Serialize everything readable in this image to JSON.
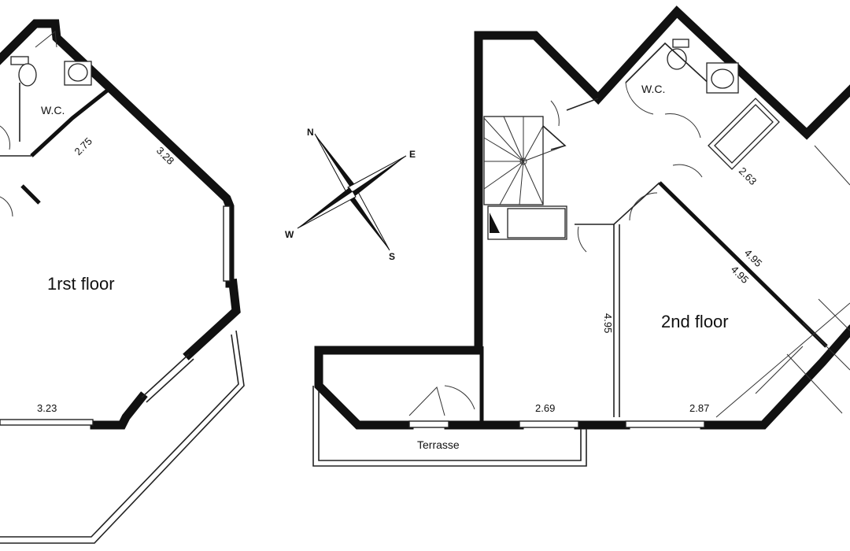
{
  "rooms": {
    "first_floor": "1rst floor",
    "second_floor": "2nd floor",
    "wc_first": "W.C.",
    "wc_second": "W.C.",
    "terrace": "Terrasse"
  },
  "dimensions": {
    "first_floor_275": "2.75",
    "first_floor_328": "3.28",
    "first_floor_323": "3.23",
    "second_floor_263": "2.63",
    "second_floor_495_a": "4.95",
    "second_floor_495_b": "4.95",
    "second_floor_495_c": "4.95",
    "second_floor_269": "2.69",
    "second_floor_287": "2.87"
  },
  "compass": {
    "north": "N",
    "east": "E",
    "south": "S",
    "west": "W"
  }
}
